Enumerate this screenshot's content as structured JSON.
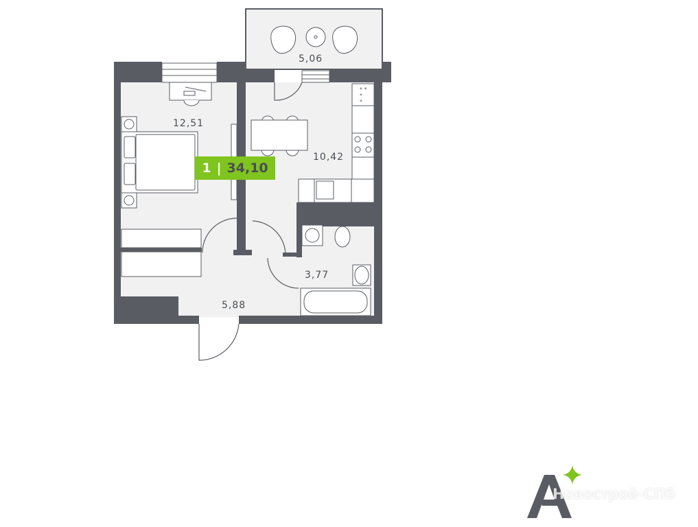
{
  "plan": {
    "rooms_count": "1",
    "separator": "|",
    "total_area": "34,10",
    "rooms": {
      "balcony": "5,06",
      "bedroom": "12,51",
      "kitchen": "10,42",
      "bathroom": "3,77",
      "hall": "5,88"
    }
  },
  "brand": {
    "watermark": "Новострой-СПб",
    "accent_color": "#7fc41f",
    "wall_color": "#595c63"
  }
}
